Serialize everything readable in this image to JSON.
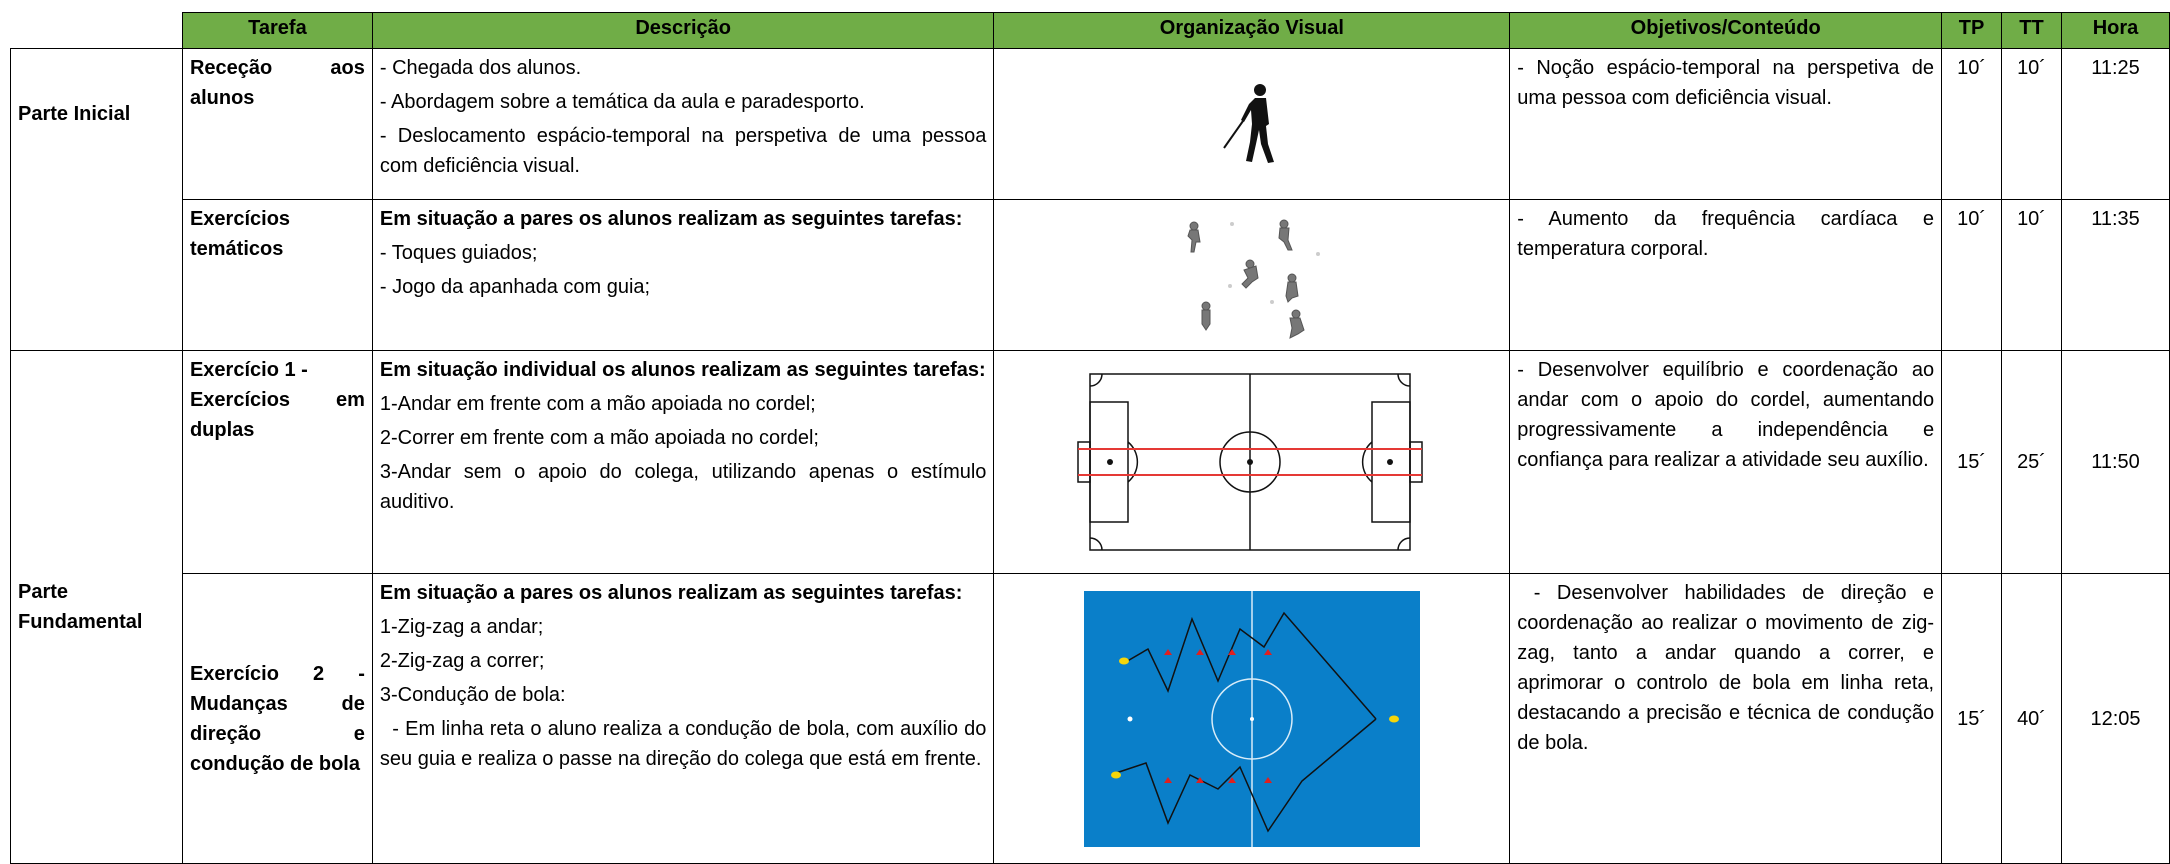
{
  "headers": {
    "tarefa": "Tarefa",
    "descricao": "Descrição",
    "organizacao": "Organização Visual",
    "objetivos": "Objetivos/Conteúdo",
    "tp": "TP",
    "tt": "TT",
    "hora": "Hora"
  },
  "parts": {
    "inicial": "Parte Inicial",
    "fundamental": "Parte Fundamental"
  },
  "rows": [
    {
      "task": "Receção aos alunos",
      "desc": [
        "- Chegada dos alunos.",
        "- Abordagem sobre a temática da aula e paradesporto.",
        "- Deslocamento espácio-temporal na perspetiva de uma pessoa com deficiência visual."
      ],
      "objective": "- Noção espácio-temporal na perspetiva de uma pessoa com deficiência visual.",
      "tp": "10´",
      "tt": "10´",
      "hora": "11:25"
    },
    {
      "task": "Exercícios temáticos",
      "desc_bold": "Em situação a pares os alunos realizam as seguintes tarefas:",
      "desc": [
        "- Toques guiados;",
        "- Jogo da apanhada com guia;"
      ],
      "objective": "- Aumento da frequência cardíaca e temperatura corporal.",
      "tp": "10´",
      "tt": "10´",
      "hora": "11:35"
    },
    {
      "task_lines": [
        "Exercício 1 -",
        "Exercícios em duplas"
      ],
      "desc_bold": "Em situação individual os alunos realizam as seguintes tarefas:",
      "desc": [
        "1-Andar em frente com a mão apoiada no cordel;",
        "2-Correr em frente com a mão apoiada no cordel;",
        "3-Andar sem o apoio do colega, utilizando apenas o estímulo auditivo."
      ],
      "objective": "- Desenvolver equilíbrio e coordenação ao andar com o apoio do cordel, aumentando progressivamente a independência e confiança para realizar a atividade seu auxílio.",
      "tp": "15´",
      "tt": "25´",
      "hora": "11:50"
    },
    {
      "task": "Exercício 2 - Mudanças de direção e condução de bola",
      "desc_bold": "Em situação a pares os alunos realizam as seguintes tarefas:",
      "desc": [
        "1-Zig-zag a andar;",
        "2-Zig-zag a correr;",
        "3-Condução de bola:",
        "  - Em linha reta o aluno realiza a condução de bola, com auxílio do seu guia e realiza o passe na direção do colega que está em frente."
      ],
      "objective": " - Desenvolver habilidades de direção e coordenação ao realizar o movimento de zig-zag, tanto a andar quando a correr, e aprimorar o controlo de bola em linha reta, destacando a precisão e técnica de condução de bola.",
      "tp": "15´",
      "tt": "40´",
      "hora": "12:05"
    }
  ],
  "colors": {
    "header_bg": "#70ad47",
    "court_blue": "#0a7fc9",
    "cone_red": "#e02020",
    "rope_red": "#e53935"
  },
  "icons": [
    "blind-walker-figure",
    "players-scatter",
    "football-pitch-rope",
    "futsal-court-zigzag"
  ]
}
